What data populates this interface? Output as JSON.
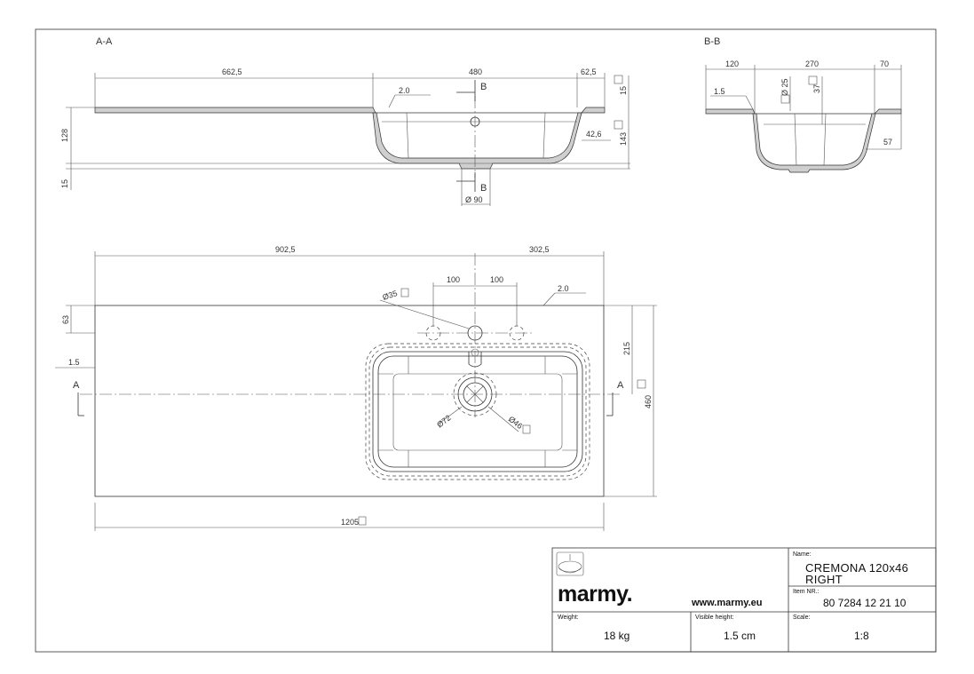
{
  "sections": {
    "aa": "A-A",
    "bb": "B-B",
    "cut_a": "A",
    "cut_b": "B"
  },
  "dims_aa": {
    "d662": "662,5",
    "d480": "480",
    "d625": "62,5",
    "d15top": "15",
    "d128": "128",
    "d15bot": "15",
    "d143": "143",
    "d426": "42,6",
    "d20": "2.0",
    "d90": "Ø 90"
  },
  "dims_bb": {
    "d120": "120",
    "d270": "270",
    "d70": "70",
    "d15": "1.5",
    "d25": "Ø 25",
    "d37": "37",
    "d57": "57"
  },
  "dims_plan": {
    "d9025": "902,5",
    "d3025": "302,5",
    "d100a": "100",
    "d100b": "100",
    "d20": "2.0",
    "d35": "Ø35",
    "d63": "63",
    "d15": "1.5",
    "d215": "215",
    "d460": "460",
    "d72": "Ø72",
    "d46": "Ø46",
    "d1205": "1205"
  },
  "title_block": {
    "brand": "marmy.",
    "website": "www.marmy.eu",
    "name_label": "Name:",
    "name_line1": "CREMONA 120x46",
    "name_line2": "RIGHT",
    "item_label": "Item NR.:",
    "item_value": "80 7284 12 21 10",
    "weight_label": "Weight:",
    "weight_value": "18 kg",
    "visible_label": "Visible height:",
    "visible_value": "1.5 cm",
    "scale_label": "Scale:",
    "scale_value": "1:8"
  }
}
